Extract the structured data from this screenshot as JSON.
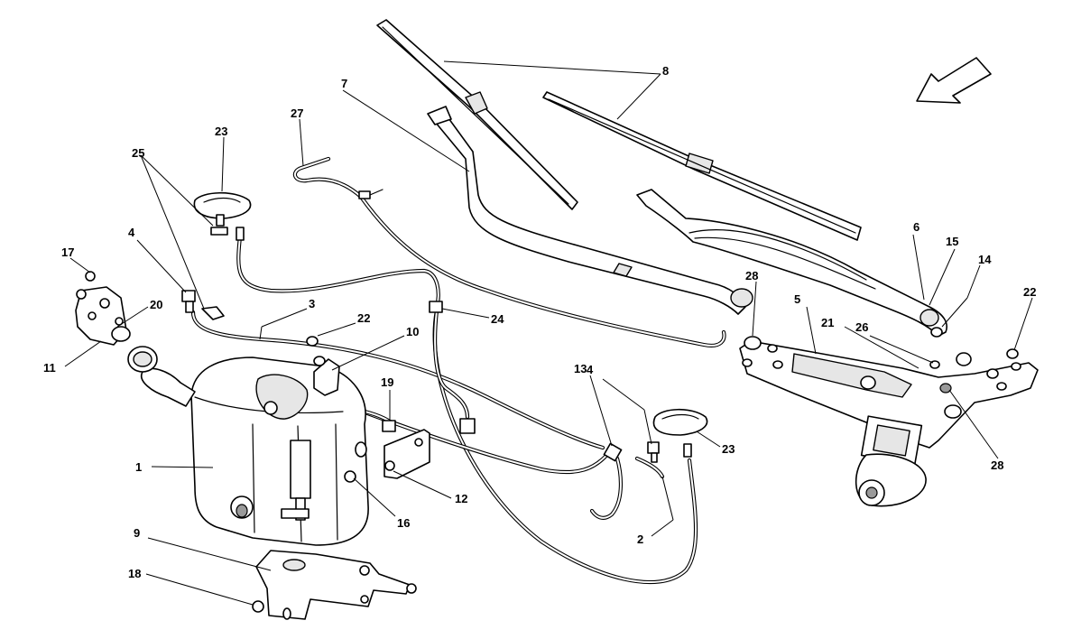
{
  "diagram": {
    "orientation_icon": "direction-arrow-icon",
    "callouts": [
      {
        "id": "c1",
        "label": "1"
      },
      {
        "id": "c2",
        "label": "2"
      },
      {
        "id": "c3",
        "label": "3"
      },
      {
        "id": "c4a",
        "label": "4"
      },
      {
        "id": "c4b",
        "label": "4"
      },
      {
        "id": "c5",
        "label": "5"
      },
      {
        "id": "c6",
        "label": "6"
      },
      {
        "id": "c7",
        "label": "7"
      },
      {
        "id": "c8",
        "label": "8"
      },
      {
        "id": "c9",
        "label": "9"
      },
      {
        "id": "c10",
        "label": "10"
      },
      {
        "id": "c11",
        "label": "11"
      },
      {
        "id": "c12",
        "label": "12"
      },
      {
        "id": "c13",
        "label": "13"
      },
      {
        "id": "c14",
        "label": "14"
      },
      {
        "id": "c15",
        "label": "15"
      },
      {
        "id": "c16",
        "label": "16"
      },
      {
        "id": "c17",
        "label": "17"
      },
      {
        "id": "c18",
        "label": "18"
      },
      {
        "id": "c19",
        "label": "19"
      },
      {
        "id": "c20",
        "label": "20"
      },
      {
        "id": "c21",
        "label": "21"
      },
      {
        "id": "c22a",
        "label": "22"
      },
      {
        "id": "c22b",
        "label": "22"
      },
      {
        "id": "c23a",
        "label": "23"
      },
      {
        "id": "c23b",
        "label": "23"
      },
      {
        "id": "c24",
        "label": "24"
      },
      {
        "id": "c25",
        "label": "25"
      },
      {
        "id": "c26",
        "label": "26"
      },
      {
        "id": "c27",
        "label": "27"
      },
      {
        "id": "c28a",
        "label": "28"
      },
      {
        "id": "c28b",
        "label": "28"
      }
    ]
  }
}
